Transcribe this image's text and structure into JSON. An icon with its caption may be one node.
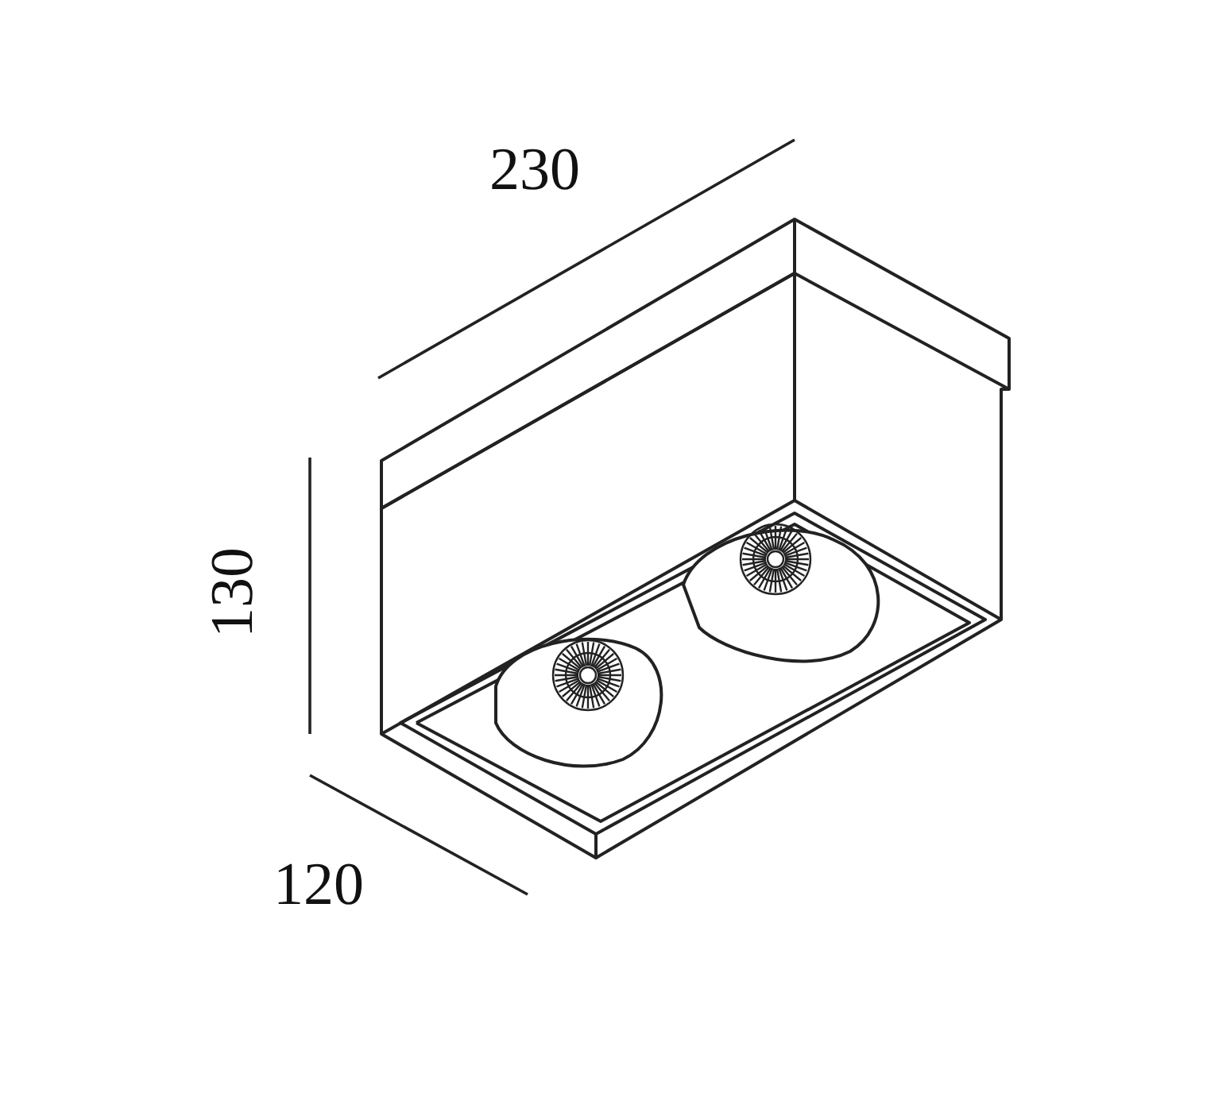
{
  "diagram": {
    "labels": [
      "230",
      "130",
      "120"
    ]
  }
}
